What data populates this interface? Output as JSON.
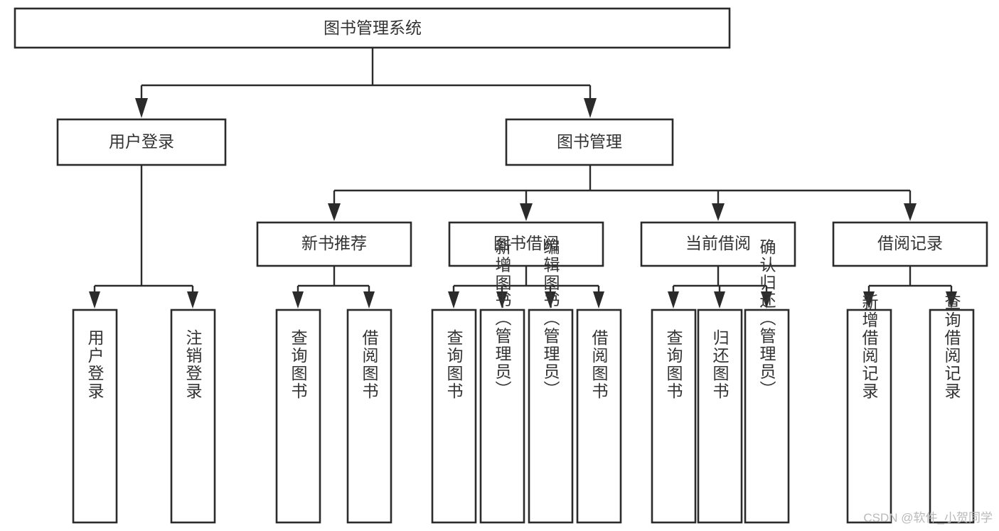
{
  "diagram": {
    "type": "tree-hierarchy-chart",
    "title": "图书管理系统",
    "orientation": "top-down",
    "colors": {
      "box_stroke": "#2b2b2b",
      "box_fill": "#ffffff",
      "connector": "#2b2b2b",
      "text": "#333333",
      "watermark": "#b9b9b9",
      "background": "#ffffff"
    },
    "root": {
      "label": "图书管理系统"
    },
    "level2": [
      {
        "id": "user-login",
        "label": "用户登录"
      },
      {
        "id": "book-management",
        "label": "图书管理"
      }
    ],
    "level3": [
      {
        "id": "new-book-recommend",
        "label": "新书推荐",
        "parent": "book-management"
      },
      {
        "id": "book-borrow",
        "label": "图书借阅",
        "parent": "book-management"
      },
      {
        "id": "current-borrow",
        "label": "当前借阅",
        "parent": "book-management"
      },
      {
        "id": "borrow-record",
        "label": "借阅记录",
        "parent": "book-management"
      }
    ],
    "leaves": {
      "user-login": [
        {
          "id": "leaf-user-login",
          "label": "用户登录"
        },
        {
          "id": "leaf-user-logout",
          "label": "注销登录"
        }
      ],
      "new-book-recommend": [
        {
          "id": "leaf-query-book-1",
          "label": "查询图书"
        },
        {
          "id": "leaf-borrow-book-1",
          "label": "借阅图书"
        }
      ],
      "book-borrow": [
        {
          "id": "leaf-query-book-2",
          "label": "查询图书"
        },
        {
          "id": "leaf-add-book",
          "label": "新增图书（管理员）"
        },
        {
          "id": "leaf-edit-book",
          "label": "编辑图书（管理员）"
        },
        {
          "id": "leaf-borrow-book-2",
          "label": "借阅图书"
        }
      ],
      "current-borrow": [
        {
          "id": "leaf-query-book-3",
          "label": "查询图书"
        },
        {
          "id": "leaf-return-book",
          "label": "归还图书"
        },
        {
          "id": "leaf-confirm-return",
          "label": "确认归还（管理员）"
        }
      ],
      "borrow-record": [
        {
          "id": "leaf-add-record",
          "label": "新增借阅记录"
        },
        {
          "id": "leaf-query-record",
          "label": "查询借阅记录"
        }
      ]
    }
  },
  "watermark": {
    "text": "CSDN @软件_小贺同学"
  }
}
